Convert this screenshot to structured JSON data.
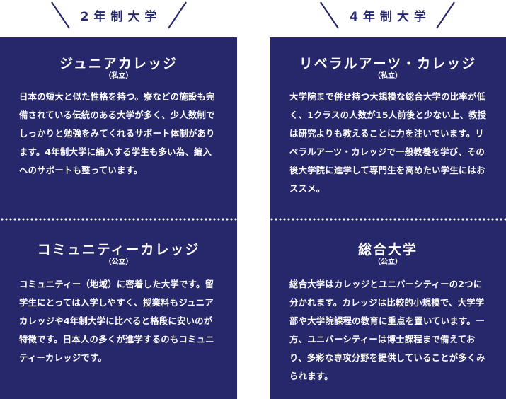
{
  "columns": [
    {
      "header": "2年制大学",
      "sections": [
        {
          "title": "ジュニアカレッジ",
          "subtitle": "（私立）",
          "body": "日本の短大と似た性格を持つ。寮などの施設も完備されている伝統のある大学が多く、少人数制でしっかりと勉強をみてくれるサポート体制があります。4年制大学に編入する学生も多い為、編入へのサポートも整っています。"
        },
        {
          "title": "コミュニティーカレッジ",
          "subtitle": "（公立）",
          "body": "コミュニティー（地域）に密着した大学です。留学生にとっては入学しやすく、授業料もジュニアカレッジや4年制大学に比べると格段に安いのが特徴です。日本人の多くが進学するのもコミュニティーカレッジです。"
        }
      ]
    },
    {
      "header": "4年制大学",
      "sections": [
        {
          "title": "リベラルアーツ・カレッジ",
          "subtitle": "（私立）",
          "body": "大学院まで併せ持つ大規模な総合大学の比率が低く、1クラスの人数が15人前後と少ない上、教授は研究よりも教えることに力を注いでいます。リベラルアーツ・カレッジで一般教養を学び、その後大学院に進学して専門生を高めたい学生にはおススメ。"
        },
        {
          "title": "総合大学",
          "subtitle": "（公立）",
          "body": "総合大学はカレッジとユニバーシティーの2つに分かれます。カレッジは比較的小規模で、大学学部や大学院課程の教育に重点を置いています。一方、ユニバーシティーは博士課程まで備えており、多彩な専攻分野を提供していることが多くみられます。"
        }
      ]
    }
  ],
  "colors": {
    "panel": "#27276b",
    "header_text": "#27286b",
    "text": "#ffffff"
  }
}
